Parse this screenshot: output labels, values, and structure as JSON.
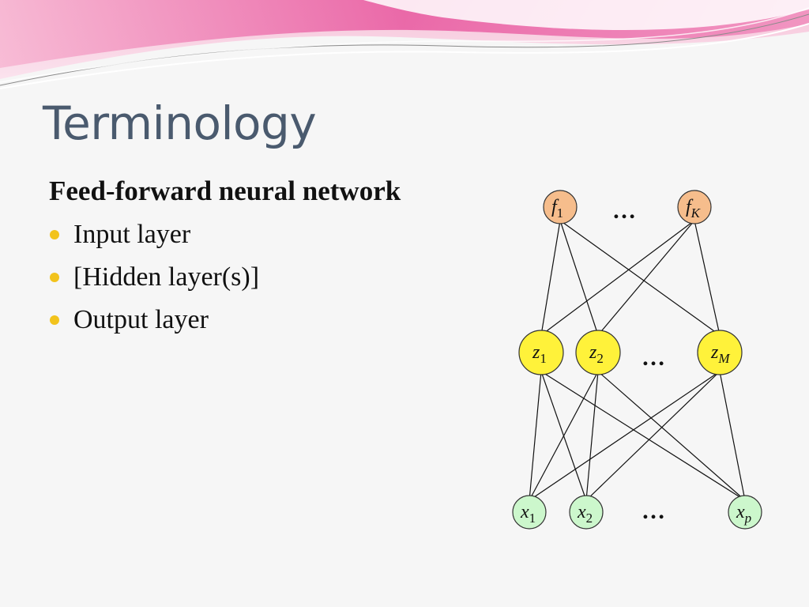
{
  "slide": {
    "title": "Terminology",
    "subtitle": "Feed-forward neural network",
    "bullets": [
      "Input layer",
      "[Hidden layer(s)]",
      "Output layer"
    ]
  },
  "diagram": {
    "colors": {
      "output_fill": "#f6bd8c",
      "hidden_fill": "#fff23a",
      "input_fill": "#ccf7cc",
      "node_stroke": "#333333",
      "edge": "#111111",
      "bullet": "#f2c31c",
      "title": "#4a5a6e",
      "banner_pink": "#e84f9c"
    },
    "output_nodes": [
      {
        "id": "f1",
        "base": "f",
        "sub": "1"
      },
      {
        "id": "fK",
        "base": "f",
        "sub": "K"
      }
    ],
    "hidden_nodes": [
      {
        "id": "z1",
        "base": "z",
        "sub": "1"
      },
      {
        "id": "z2",
        "base": "z",
        "sub": "2"
      },
      {
        "id": "zM",
        "base": "z",
        "sub": "M"
      }
    ],
    "input_nodes": [
      {
        "id": "x1",
        "base": "x",
        "sub": "1"
      },
      {
        "id": "x2",
        "base": "x",
        "sub": "2"
      },
      {
        "id": "xp",
        "base": "x",
        "sub": "p"
      }
    ],
    "ellipses": {
      "output": "…",
      "hidden": "…",
      "input": "…"
    },
    "edges": [
      [
        "f1",
        "z1"
      ],
      [
        "f1",
        "z2"
      ],
      [
        "f1",
        "zM"
      ],
      [
        "fK",
        "z1"
      ],
      [
        "fK",
        "z2"
      ],
      [
        "fK",
        "zM"
      ],
      [
        "z1",
        "x1"
      ],
      [
        "z1",
        "x2"
      ],
      [
        "z1",
        "xp"
      ],
      [
        "z2",
        "x1"
      ],
      [
        "z2",
        "x2"
      ],
      [
        "z2",
        "xp"
      ],
      [
        "zM",
        "x1"
      ],
      [
        "zM",
        "x2"
      ],
      [
        "zM",
        "xp"
      ]
    ]
  }
}
